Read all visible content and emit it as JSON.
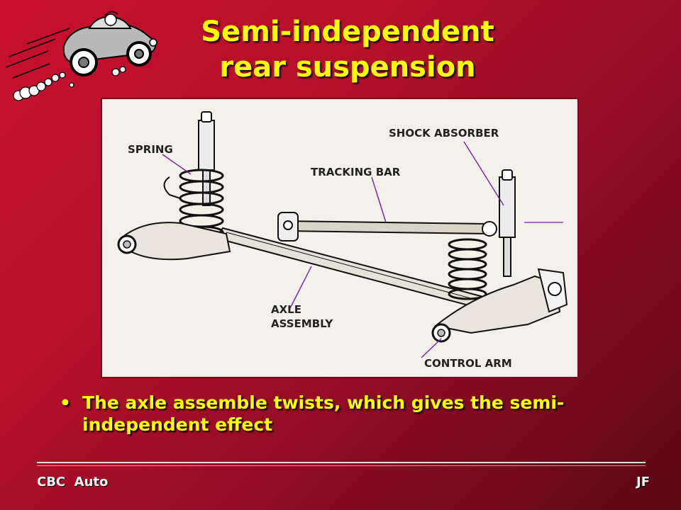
{
  "slide": {
    "title_line1": "Semi-independent",
    "title_line2": "rear suspension",
    "logo": "cartoon-speeding-car",
    "diagram_labels": {
      "spring": "SPRING",
      "shock_absorber": "SHOCK ABSORBER",
      "tracking_bar": "TRACKING BAR",
      "axle_line1": "AXLE",
      "axle_line2": "ASSEMBLY",
      "control_arm": "CONTROL ARM"
    },
    "bullets": [
      "The axle assemble twists, which gives the semi-independent effect"
    ],
    "bullet_symbol": "•",
    "footer_left": "CBC  Auto",
    "footer_right": "JF"
  },
  "colors": {
    "background_start": "#c8102e",
    "background_end": "#5a0714",
    "title": "#ffff00",
    "bullet_text": "#ffff00",
    "footer_text": "#ffffff",
    "diagram_bg": "#f4f1ea",
    "leader_line": "#7b1fa2"
  }
}
